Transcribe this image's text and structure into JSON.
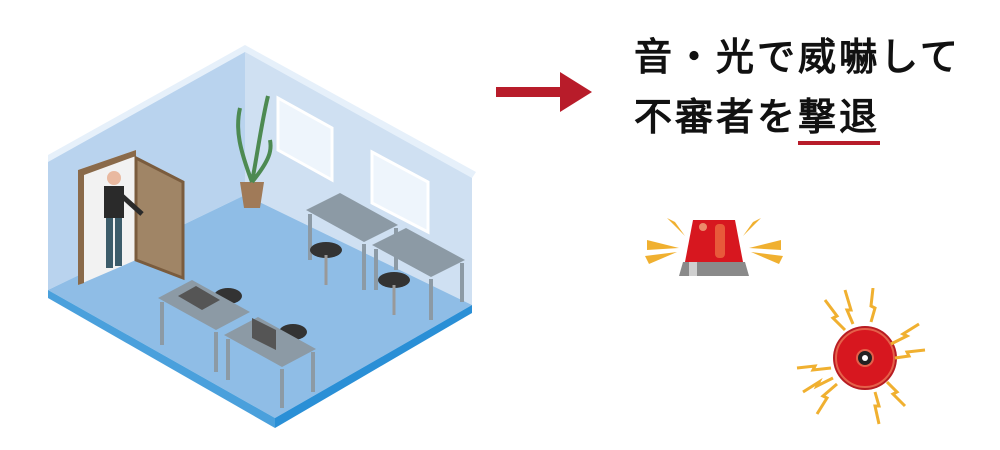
{
  "headline": {
    "line1": "音・光で威嚇して",
    "line2_plain": "不審者を",
    "line2_emphasis": "撃退"
  },
  "icons": [
    "room-illustration",
    "arrow-right-icon",
    "siren-icon",
    "alarm-bell-icon"
  ],
  "colors": {
    "accent_red": "#b81c2a",
    "siren_red": "#d7171f",
    "spark_yellow": "#f0b030",
    "wall_blue": "#c6dcf0",
    "floor_blue": "#8fbde6",
    "edge_blue": "#2a8fd6"
  }
}
